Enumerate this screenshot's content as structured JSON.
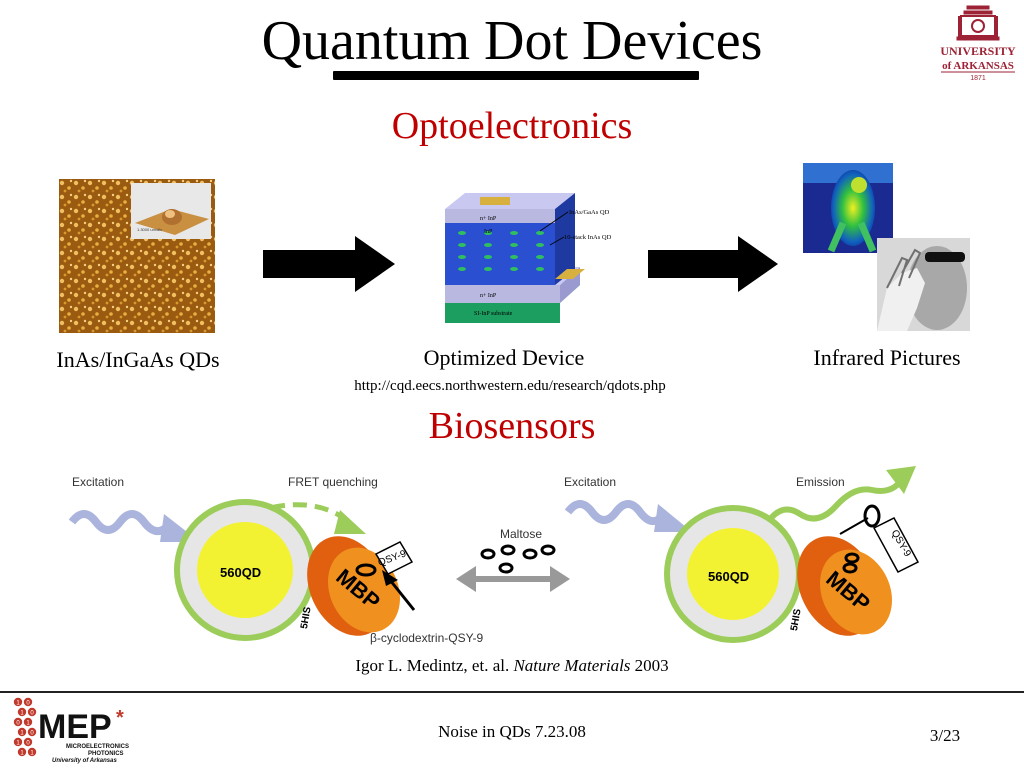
{
  "title": "Quantum Dot Devices",
  "logo": {
    "line1": "UNIVERSITY",
    "line2": "of ARKANSAS",
    "year": "1871"
  },
  "optoelectronics": {
    "heading": "Optoelectronics",
    "qd_caption": "InAs/InGaAs QDs",
    "afm_label": "1.3000 um/div",
    "device_caption": "Optimized Device",
    "device_labels": {
      "qd": "InAs/GaAs QD",
      "stack": "10-stack InAs QD",
      "top_layer": "n+ InP",
      "inp": "InP",
      "bottom_layer": "n+ InP",
      "substrate": "SI-InP substrate"
    },
    "ir_caption": "Infrared Pictures",
    "url": "http://cqd.eecs.northwestern.edu/research/qdots.php"
  },
  "biosensors": {
    "heading": "Biosensors",
    "left": {
      "excitation": "Excitation",
      "fret": "FRET quenching",
      "qd": "560QD",
      "mbp": "MBP",
      "qsy": "QSY-9",
      "his": "5HIS",
      "cyclodextrin": "β-cyclodextrin-QSY-9"
    },
    "middle": {
      "maltose": "Maltose"
    },
    "right": {
      "excitation": "Excitation",
      "emission": "Emission",
      "qd": "560QD",
      "mbp": "MBP",
      "qsy": "QSY-9",
      "his": "5HIS"
    },
    "citation_prefix": "Igor L. Medintz, et. al.",
    "citation_journal": "Nature Materials",
    "citation_year": "2003"
  },
  "footer": {
    "center": "Noise in QDs 7.23.08",
    "page": "3/23",
    "mep": {
      "brand": "MEP",
      "line1": "MICROELECTRONICS",
      "line2": "PHOTONICS",
      "line3": "University of Arkansas",
      "binary": [
        "1",
        "0",
        "1",
        "0",
        "0",
        "1",
        "1",
        "0",
        "1",
        "0",
        "1",
        "1"
      ]
    }
  },
  "colors": {
    "accent_red": "#c00000",
    "university_red": "#9d2235",
    "qd_yellow": "#f2f232",
    "qd_ring": "#9ccd5a",
    "mbp_orange": "#f0901e",
    "arrow_lavender": "#aab4dc"
  }
}
